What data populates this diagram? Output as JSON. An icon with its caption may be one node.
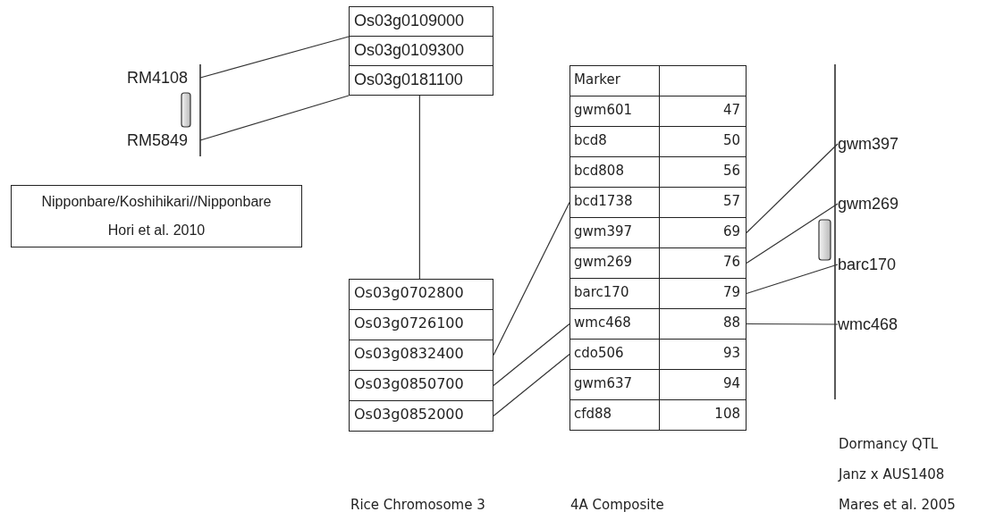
{
  "diagram": {
    "nodes": [
      {
        "text": [
          "Os03g0109000"
        ]
      },
      {
        "text": [
          "Os03g0109300"
        ]
      },
      {
        "text": [
          "Os03g0181100"
        ]
      },
      {
        "text": [
          "RM4108"
        ]
      },
      {
        "text": [
          "RM5849"
        ]
      },
      {
        "text": [
          "Nipponbare/Koshihikari//Nipponbare",
          "Hori et al. 2010"
        ]
      },
      {
        "text": [
          "Os03g0702800"
        ]
      },
      {
        "text": [
          "Os03g0726100"
        ]
      },
      {
        "text": [
          "Os03g0832400"
        ]
      },
      {
        "text": [
          "Os03g0850700"
        ]
      },
      {
        "text": [
          "Os03g0852000"
        ]
      },
      {
        "text": [
          "Marker"
        ]
      },
      {
        "text": [
          "gwm601",
          "47"
        ]
      },
      {
        "text": [
          "bcd8",
          "50"
        ]
      },
      {
        "text": [
          "bcd808",
          "56"
        ]
      },
      {
        "text": [
          "bcd1738",
          "57"
        ]
      },
      {
        "text": [
          "gwm397",
          "69"
        ]
      },
      {
        "text": [
          "gwm269",
          "76"
        ]
      },
      {
        "text": [
          "barc170",
          "79"
        ]
      },
      {
        "text": [
          "wmc468",
          "88"
        ]
      },
      {
        "text": [
          "cdo506",
          "93"
        ]
      },
      {
        "text": [
          "gwm637",
          "94"
        ]
      },
      {
        "text": [
          "cfd88",
          "108"
        ]
      },
      {
        "text": [
          "gwm397"
        ]
      },
      {
        "text": [
          "gwm269"
        ]
      },
      {
        "text": [
          "barc170"
        ]
      },
      {
        "text": [
          "wmc468"
        ]
      }
    ],
    "edges": [
      {
        "from": 3,
        "to": 0,
        "arrow": "none"
      },
      {
        "from": 4,
        "to": 2,
        "arrow": "none"
      },
      {
        "from": 2,
        "to": 6,
        "arrow": "none"
      },
      {
        "from": 8,
        "to": 15,
        "arrow": "none"
      },
      {
        "from": 9,
        "to": 19,
        "arrow": "none"
      },
      {
        "from": 10,
        "to": 20,
        "arrow": "none"
      },
      {
        "from": 16,
        "to": 23,
        "arrow": "none"
      },
      {
        "from": 17,
        "to": 24,
        "arrow": "none"
      },
      {
        "from": 18,
        "to": 25,
        "arrow": "none"
      },
      {
        "from": 19,
        "to": 26,
        "arrow": "none"
      }
    ],
    "labels": [
      "Dormancy QTL",
      "Janz x AUS1408",
      "Rice Chromosome 3",
      "4A Composite",
      "Mares et al. 2005"
    ]
  }
}
